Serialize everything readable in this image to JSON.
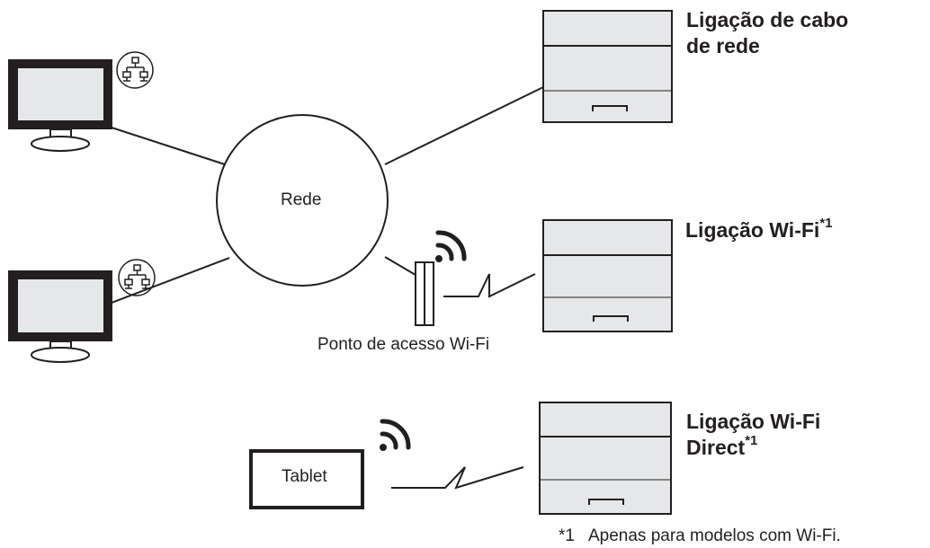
{
  "labels": {
    "network": "Rede",
    "access_point": "Ponto de acesso Wi-Fi",
    "tablet": "Tablet",
    "cable_line1": "Ligação de cabo",
    "cable_line2": "de rede",
    "wifi": "Ligação Wi-Fi",
    "wifi_sup": "*1",
    "direct_line1": "Ligação Wi-Fi",
    "direct_line2": "Direct",
    "direct_sup": "*1",
    "footnote_mark": "*1",
    "footnote_text": "Apenas para modelos com Wi-Fi."
  },
  "colors": {
    "line": "#231f20",
    "screen_fill": "#e6e7e8",
    "device_fill": "#e6e7e8",
    "background": "#ffffff"
  },
  "icons": {
    "network_port": "network-port-icon",
    "wifi_signal": "wifi-signal-icon"
  }
}
